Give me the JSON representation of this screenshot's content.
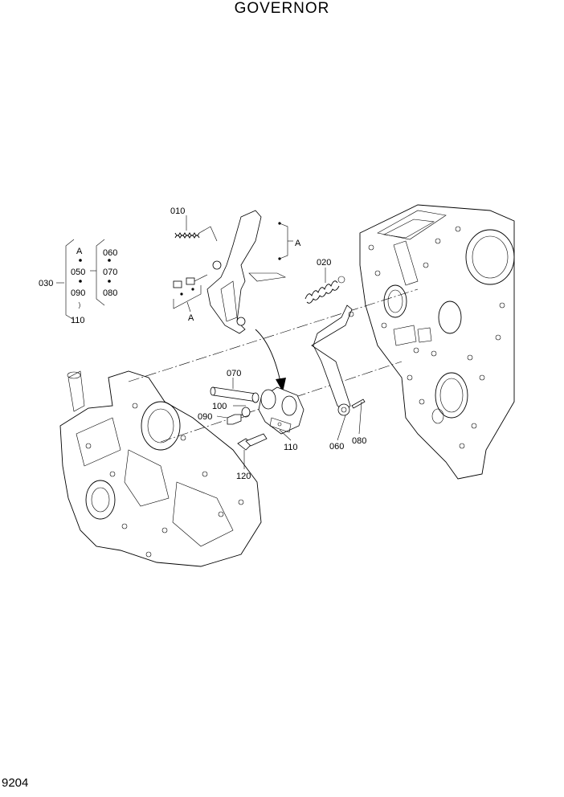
{
  "title": "GOVERNOR",
  "page_number": "9204",
  "labels": {
    "p010": "010",
    "p020": "020",
    "p030": "030",
    "p050": "050",
    "p060_group": "060",
    "p070_group": "070",
    "p080_group": "080",
    "p090_group": "090",
    "p110_group": "110",
    "a_group": "A",
    "a_bracket_top": "A",
    "a_bracket_bottom": "A",
    "p070": "070",
    "p100": "100",
    "p090": "090",
    "p110": "110",
    "p120": "120",
    "p060": "060",
    "p080": "080"
  }
}
